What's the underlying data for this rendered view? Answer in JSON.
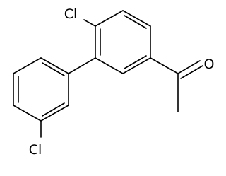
{
  "molecule": {
    "atoms": {
      "chlorine_top": "Cl",
      "chlorine_bottom": "Cl",
      "carbonyl_oxygen": "O"
    },
    "colors": {
      "bond": "#000000",
      "label": "#000000",
      "background": "#ffffff"
    }
  }
}
